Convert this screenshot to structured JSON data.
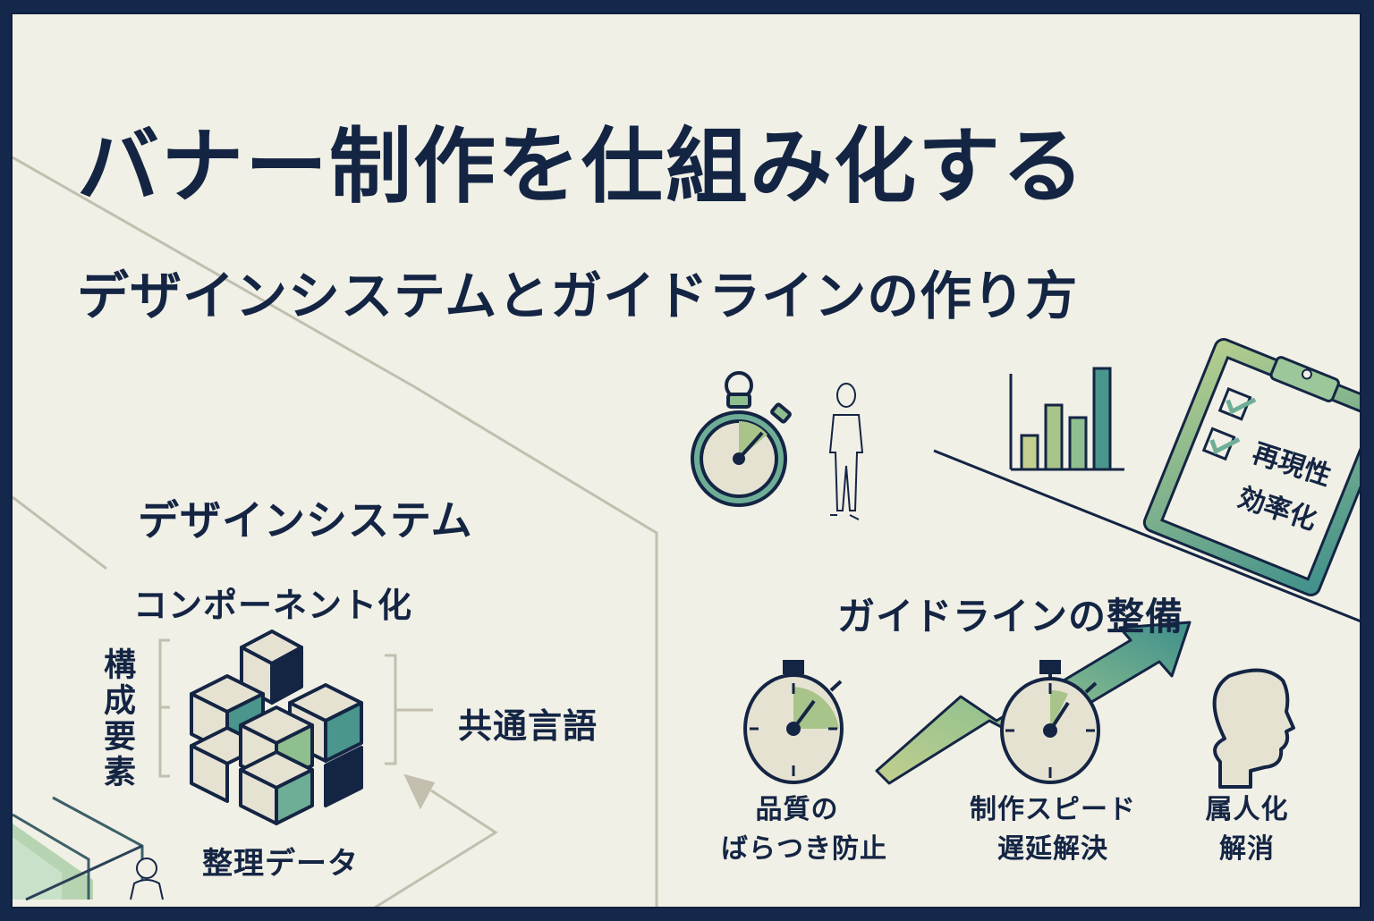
{
  "header": {
    "title": "バナー制作を仕組み化する",
    "subtitle": "デザインシステムとガイドラインの作り方"
  },
  "design_system": {
    "heading": "デザインシステム",
    "subheading": "コンポーネント化",
    "left_label": "構成要素",
    "right_label": "共通言語",
    "bottom_label": "整理データ",
    "icons": [
      "component-cubes-icon",
      "arrow-icon",
      "person-icon"
    ]
  },
  "clipboard": {
    "items": [
      {
        "label": "再現性",
        "checked": true
      },
      {
        "label": "効率化",
        "checked": true
      }
    ]
  },
  "guideline": {
    "heading": "ガイドラインの整備",
    "benefits": [
      {
        "line1": "品質の",
        "line2": "ばらつき防止",
        "icon": "stopwatch-icon"
      },
      {
        "line1": "制作スピード",
        "line2": "遅延解決",
        "icon": "stopwatch-icon"
      },
      {
        "line1": "属人化",
        "line2": "解消",
        "icon": "head-profile-icon"
      }
    ]
  },
  "colors": {
    "navy": "#142544",
    "background": "#f1f0e6",
    "green_light": "#a9c48a",
    "green_mid": "#8fbf8f",
    "teal": "#4a958c",
    "line_gray": "#c2bfae"
  }
}
